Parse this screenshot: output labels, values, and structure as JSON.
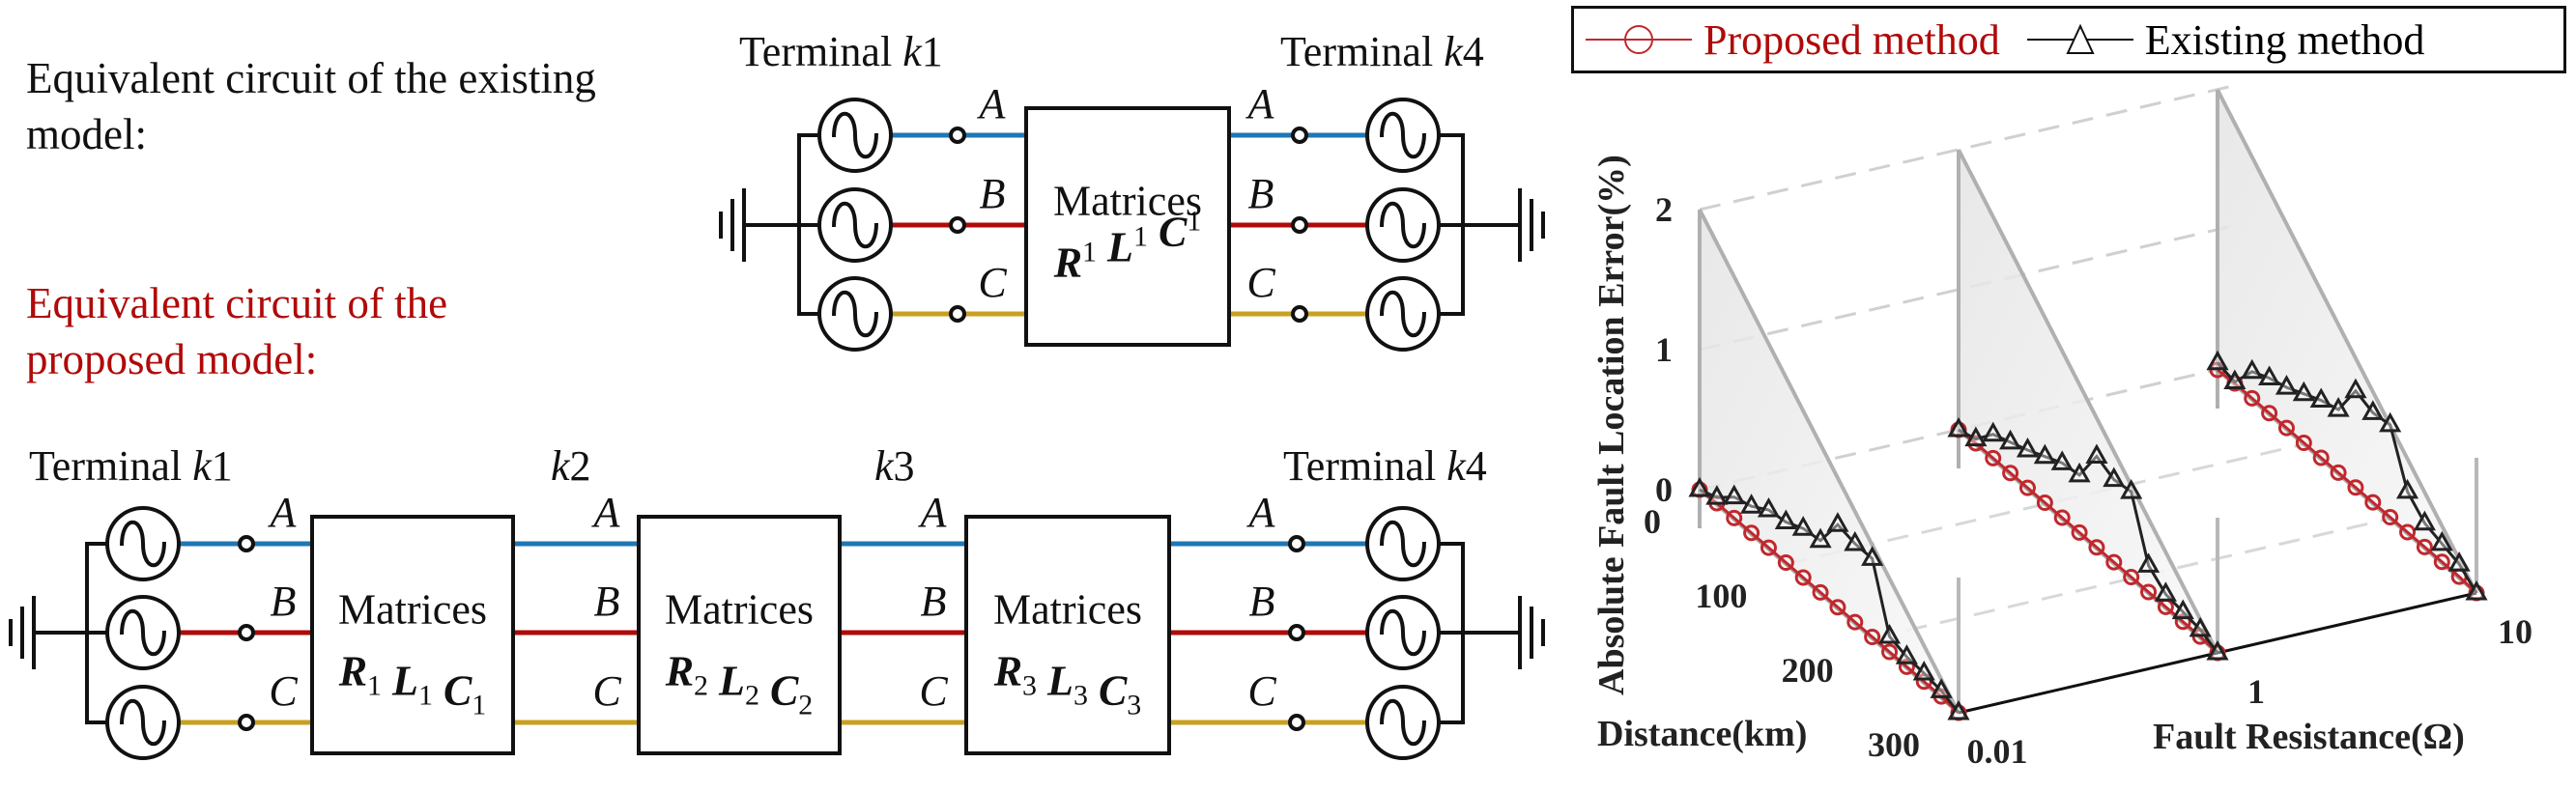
{
  "captions": {
    "existing": "Equivalent circuit of the existing model:",
    "proposed": "Equivalent circuit of the proposed model:"
  },
  "colors": {
    "phase_a": "#1f77b4",
    "phase_b": "#b00a0a",
    "phase_c": "#c9a020",
    "proposed": "#c0282d",
    "existing": "#222222",
    "caption_red": "#b00a0a"
  },
  "top_circuit": {
    "left_terminal": {
      "prefix": "Terminal ",
      "var": "k",
      "num": "1"
    },
    "right_terminal": {
      "prefix": "Terminal ",
      "var": "k",
      "num": "4"
    },
    "phases": [
      "A",
      "B",
      "C"
    ],
    "block": {
      "title": "Matrices",
      "symbols": [
        {
          "sym": "R",
          "sup": "1"
        },
        {
          "sym": "L",
          "sup": "1"
        },
        {
          "sym": "C",
          "sup": "1"
        }
      ]
    }
  },
  "bottom_circuit": {
    "left_terminal": {
      "prefix": "Terminal ",
      "var": "k",
      "num": "1"
    },
    "right_terminal": {
      "prefix": "Terminal ",
      "var": "k",
      "num": "4"
    },
    "nodes": [
      {
        "var": "k",
        "num": "2"
      },
      {
        "var": "k",
        "num": "3"
      }
    ],
    "phases": [
      "A",
      "B",
      "C"
    ],
    "blocks": [
      {
        "title": "Matrices",
        "symbols": [
          {
            "sym": "R",
            "sub": "1"
          },
          {
            "sym": "L",
            "sub": "1"
          },
          {
            "sym": "C",
            "sub": "1"
          }
        ]
      },
      {
        "title": "Matrices",
        "symbols": [
          {
            "sym": "R",
            "sub": "2"
          },
          {
            "sym": "L",
            "sub": "2"
          },
          {
            "sym": "C",
            "sub": "2"
          }
        ]
      },
      {
        "title": "Matrices",
        "symbols": [
          {
            "sym": "R",
            "sub": "3"
          },
          {
            "sym": "L",
            "sub": "3"
          },
          {
            "sym": "C",
            "sub": "3"
          }
        ]
      }
    ]
  },
  "chart_data": {
    "type": "line",
    "projection": "3d",
    "legend": [
      {
        "name": "Proposed method",
        "marker": "circle"
      },
      {
        "name": "Existing method",
        "marker": "triangle"
      }
    ],
    "legend_position": "top",
    "xlabel": "Distance(km)",
    "ylabel": "Fault Resistance(Ω)",
    "zlabel": "Absolute Fault Location Error(%)",
    "x_ticks": [
      "0",
      "100",
      "200",
      "300"
    ],
    "x_range": [
      0,
      300
    ],
    "y_ticks": [
      "0.01",
      "1",
      "10"
    ],
    "z_ticks": [
      "0",
      "1",
      "2"
    ],
    "z_range": [
      0,
      2
    ],
    "grid": true,
    "x": [
      0,
      20,
      40,
      60,
      80,
      100,
      120,
      140,
      160,
      180,
      200,
      220,
      240,
      260,
      280,
      300
    ],
    "series": [
      {
        "name": "Proposed method",
        "resistance": "0.01",
        "values": [
          0,
          0.01,
          0.01,
          0.01,
          0.01,
          0.01,
          0.01,
          0.01,
          0.01,
          0.01,
          0.01,
          0.01,
          0.01,
          0.01,
          0.01,
          0
        ]
      },
      {
        "name": "Existing method",
        "resistance": "0.01",
        "values": [
          0,
          0.05,
          0.16,
          0.2,
          0.28,
          0.3,
          0.36,
          0.38,
          0.6,
          0.57,
          0.57,
          0.12,
          0.08,
          0.07,
          0.05,
          0
        ]
      },
      {
        "name": "Proposed method",
        "resistance": "1",
        "values": [
          0,
          0.01,
          0.01,
          0.01,
          0.01,
          0.01,
          0.01,
          0.01,
          0.01,
          0.01,
          0.01,
          0.01,
          0.01,
          0.01,
          0.01,
          0
        ]
      },
      {
        "name": "Existing method",
        "resistance": "1",
        "values": [
          0,
          0.04,
          0.18,
          0.23,
          0.28,
          0.34,
          0.4,
          0.42,
          0.66,
          0.6,
          0.62,
          0.2,
          0.1,
          0.08,
          0.06,
          0
        ]
      },
      {
        "name": "Proposed method",
        "resistance": "10",
        "values": [
          0,
          0.01,
          0.01,
          0.01,
          0.01,
          0.01,
          0.01,
          0.01,
          0.01,
          0.01,
          0.01,
          0.01,
          0.01,
          0.01,
          0.01,
          0
        ]
      },
      {
        "name": "Existing method",
        "resistance": "10",
        "values": [
          0.05,
          0.02,
          0.2,
          0.26,
          0.3,
          0.36,
          0.42,
          0.46,
          0.7,
          0.65,
          0.67,
          0.3,
          0.18,
          0.14,
          0.1,
          0
        ]
      }
    ]
  }
}
